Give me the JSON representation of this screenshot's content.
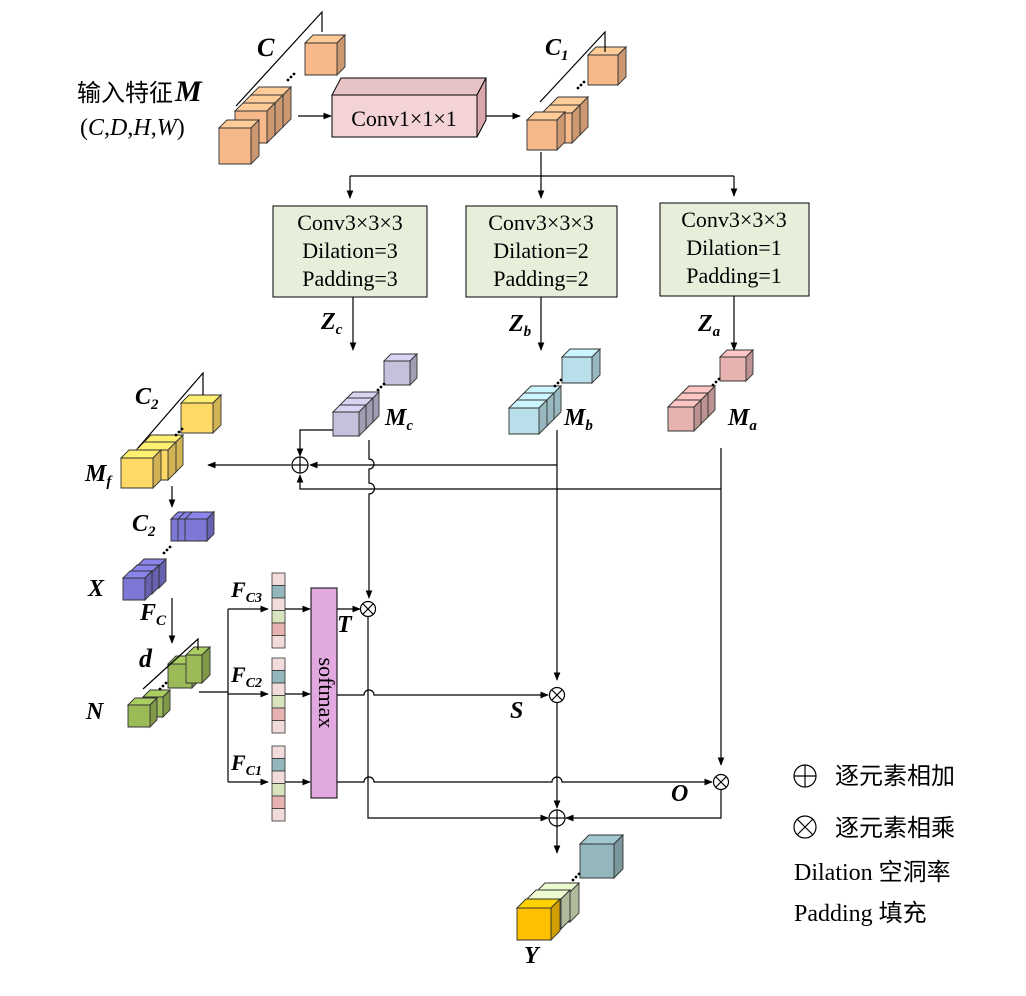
{
  "input": {
    "label": "输入特征",
    "symbol": "M",
    "dims_open": "(",
    "dims_c": "C",
    "dims_d": "D",
    "dims_h": "H",
    "dims_w": "W",
    "dims_comma": ",",
    "dims_close": ")",
    "channel_label": "C"
  },
  "conv1": {
    "label": "Conv1×1×1"
  },
  "c1": {
    "base": "C",
    "sub": "1"
  },
  "branches": [
    {
      "l1": "Conv3×3×3",
      "l2": "Dilation=3",
      "l3": "Padding=3",
      "z_base": "Z",
      "z_sub": "c",
      "m_base": "M",
      "m_sub": "c"
    },
    {
      "l1": "Conv3×3×3",
      "l2": "Dilation=2",
      "l3": "Padding=2",
      "z_base": "Z",
      "z_sub": "b",
      "m_base": "M",
      "m_sub": "b"
    },
    {
      "l1": "Conv3×3×3",
      "l2": "Dilation=1",
      "l3": "Padding=1",
      "z_base": "Z",
      "z_sub": "a",
      "m_base": "M",
      "m_sub": "a"
    }
  ],
  "left_column": {
    "c2_top": {
      "base": "C",
      "sub": "2"
    },
    "mf": {
      "base": "M",
      "sub": "f"
    },
    "c2_mid": {
      "base": "C",
      "sub": "2"
    },
    "x": "X",
    "fc": {
      "base": "F",
      "sub": "C"
    },
    "d": "d",
    "n": "N"
  },
  "fc_vectors": [
    {
      "base": "F",
      "sub": "C3"
    },
    {
      "base": "F",
      "sub": "C2"
    },
    {
      "base": "F",
      "sub": "C1"
    }
  ],
  "softmax": {
    "label": "softmax"
  },
  "outputs": {
    "t": "T",
    "s": "S",
    "o": "O",
    "y": "Y"
  },
  "legend": {
    "add": "逐元素相加",
    "mul": "逐元素相乘",
    "dilation": "Dilation 空洞率",
    "padding": "Padding 填充"
  },
  "colors": {
    "orange": "#f7b98a",
    "pink_box": "#f3d3d6",
    "green_box": "#e7efdb",
    "blue_cube": "#b9e0ea",
    "pink_cube": "#e6b3b1",
    "lavender_cube": "#c7c0dc",
    "yellow_cube": "#ffd966",
    "purple_cube": "#7d78d6",
    "green_cube": "#9bbb59",
    "softmax": "#e2a9e0",
    "teal_cube": "#93b7bd",
    "light_green_cube": "#d7e4bd",
    "y_front": "#ffc000"
  }
}
